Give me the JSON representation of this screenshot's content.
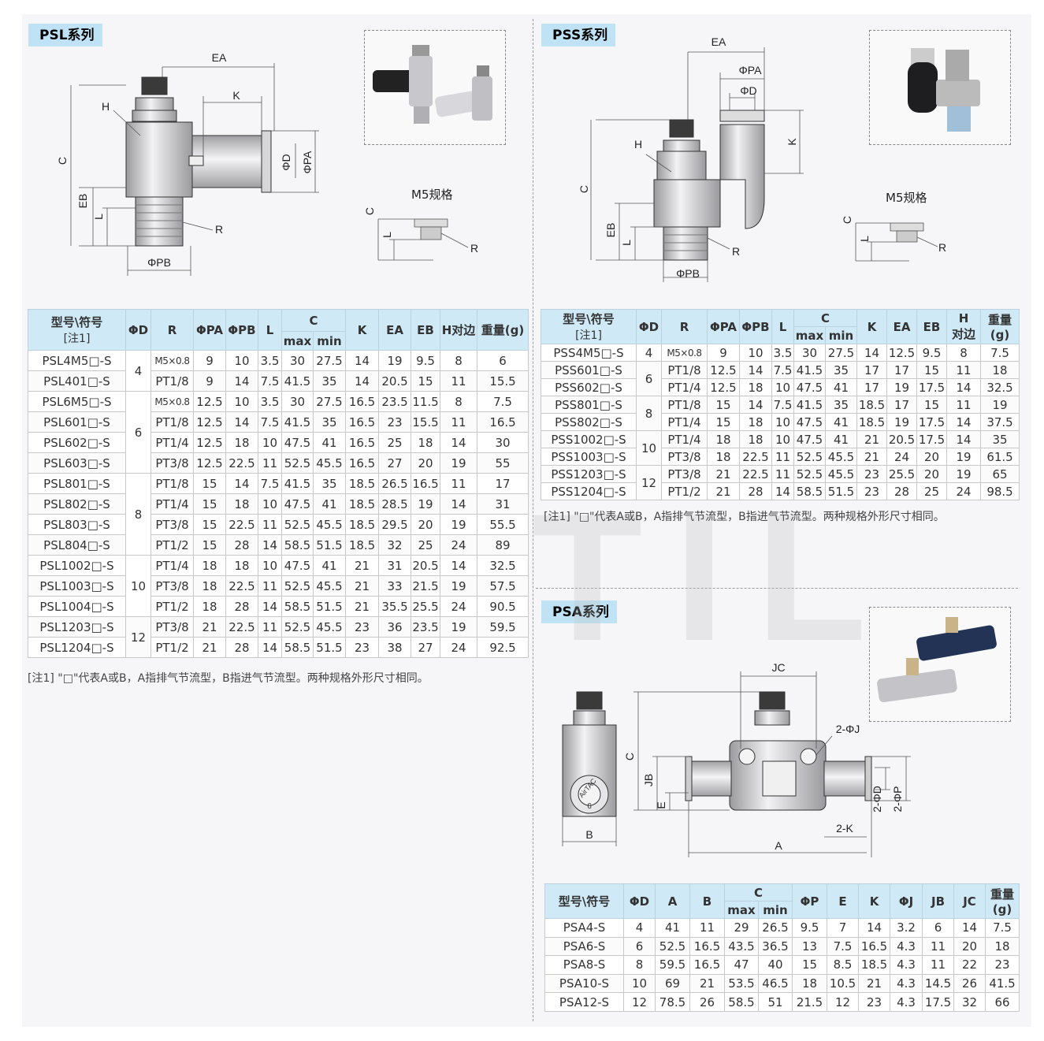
{
  "psl": {
    "title": "PSL系列",
    "m5_label": "M5规格",
    "dim_labels": {
      "ea": "EA",
      "k": "K",
      "h": "H",
      "c": "C",
      "eb": "EB",
      "l": "L",
      "pd": "ΦD",
      "pa": "ΦPA",
      "r": "R",
      "pb": "ΦPB",
      "m5c": "C",
      "m5l": "L",
      "m5r": "R"
    },
    "headers": {
      "model": "型号\\符号",
      "note": "[注1]",
      "d": "ΦD",
      "r": "R",
      "pa": "ΦPA",
      "pb": "ΦPB",
      "l": "L",
      "c": "C",
      "cmax": "max",
      "cmin": "min",
      "k": "K",
      "ea": "EA",
      "eb": "EB",
      "h": "H对边",
      "w": "重量(g)"
    },
    "rows": [
      [
        "PSL4M5□-S",
        "4",
        "M5×0.8",
        "9",
        "10",
        "3.5",
        "30",
        "27.5",
        "14",
        "19",
        "9.5",
        "8",
        "6"
      ],
      [
        "PSL401□-S",
        "",
        "PT1/8",
        "9",
        "14",
        "7.5",
        "41.5",
        "35",
        "14",
        "20.5",
        "15",
        "11",
        "15.5"
      ],
      [
        "PSL6M5□-S",
        "6",
        "M5×0.8",
        "12.5",
        "10",
        "3.5",
        "30",
        "27.5",
        "16.5",
        "23.5",
        "11.5",
        "8",
        "7.5"
      ],
      [
        "PSL601□-S",
        "",
        "PT1/8",
        "12.5",
        "14",
        "7.5",
        "41.5",
        "35",
        "16.5",
        "23",
        "15.5",
        "11",
        "16.5"
      ],
      [
        "PSL602□-S",
        "",
        "PT1/4",
        "12.5",
        "18",
        "10",
        "47.5",
        "41",
        "16.5",
        "25",
        "18",
        "14",
        "30"
      ],
      [
        "PSL603□-S",
        "",
        "PT3/8",
        "12.5",
        "22.5",
        "11",
        "52.5",
        "45.5",
        "16.5",
        "27",
        "20",
        "19",
        "55"
      ],
      [
        "PSL801□-S",
        "8",
        "PT1/8",
        "15",
        "14",
        "7.5",
        "41.5",
        "35",
        "18.5",
        "26.5",
        "16.5",
        "11",
        "17"
      ],
      [
        "PSL802□-S",
        "",
        "PT1/4",
        "15",
        "18",
        "10",
        "47.5",
        "41",
        "18.5",
        "28.5",
        "19",
        "14",
        "31"
      ],
      [
        "PSL803□-S",
        "",
        "PT3/8",
        "15",
        "22.5",
        "11",
        "52.5",
        "45.5",
        "18.5",
        "29.5",
        "20",
        "19",
        "55.5"
      ],
      [
        "PSL804□-S",
        "",
        "PT1/2",
        "15",
        "28",
        "14",
        "58.5",
        "51.5",
        "18.5",
        "32",
        "25",
        "24",
        "89"
      ],
      [
        "PSL1002□-S",
        "10",
        "PT1/4",
        "18",
        "18",
        "10",
        "47.5",
        "41",
        "21",
        "31",
        "20.5",
        "14",
        "32.5"
      ],
      [
        "PSL1003□-S",
        "",
        "PT3/8",
        "18",
        "22.5",
        "11",
        "52.5",
        "45.5",
        "21",
        "33",
        "21.5",
        "19",
        "57.5"
      ],
      [
        "PSL1004□-S",
        "",
        "PT1/2",
        "18",
        "28",
        "14",
        "58.5",
        "51.5",
        "21",
        "35.5",
        "25.5",
        "24",
        "90.5"
      ],
      [
        "PSL1203□-S",
        "12",
        "PT3/8",
        "21",
        "22.5",
        "11",
        "52.5",
        "45.5",
        "23",
        "36",
        "23.5",
        "19",
        "59.5"
      ],
      [
        "PSL1204□-S",
        "",
        "PT1/2",
        "21",
        "28",
        "14",
        "58.5",
        "51.5",
        "23",
        "38",
        "27",
        "24",
        "92.5"
      ]
    ],
    "note": "[注1] \"□\"代表A或B，A指排气节流型，B指进气节流型。两种规格外形尺寸相同。"
  },
  "pss": {
    "title": "PSS系列",
    "m5_label": "M5规格",
    "dim_labels": {
      "ea": "EA",
      "pa": "ΦPA",
      "pd": "ΦD",
      "k": "K",
      "h": "H",
      "c": "C",
      "eb": "EB",
      "l": "L",
      "r": "R",
      "pb": "ΦPB",
      "m5c": "C",
      "m5l": "L",
      "m5r": "R"
    },
    "headers": {
      "model": "型号\\符号",
      "note": "[注1]",
      "d": "ΦD",
      "r": "R",
      "pa": "ΦPA",
      "pb": "ΦPB",
      "l": "L",
      "c": "C",
      "cmax": "max",
      "cmin": "min",
      "k": "K",
      "ea": "EA",
      "eb": "EB",
      "h1": "H",
      "h2": "对边",
      "w1": "重量",
      "w2": "(g)"
    },
    "rows": [
      [
        "PSS4M5□-S",
        "4",
        "M5×0.8",
        "9",
        "10",
        "3.5",
        "30",
        "27.5",
        "14",
        "12.5",
        "9.5",
        "8",
        "7.5"
      ],
      [
        "PSS601□-S",
        "6",
        "PT1/8",
        "12.5",
        "14",
        "7.5",
        "41.5",
        "35",
        "17",
        "17",
        "15",
        "11",
        "18"
      ],
      [
        "PSS602□-S",
        "",
        "PT1/4",
        "12.5",
        "18",
        "10",
        "47.5",
        "41",
        "17",
        "19",
        "17.5",
        "14",
        "32.5"
      ],
      [
        "PSS801□-S",
        "8",
        "PT1/8",
        "15",
        "14",
        "7.5",
        "41.5",
        "35",
        "18.5",
        "17",
        "15",
        "11",
        "19"
      ],
      [
        "PSS802□-S",
        "",
        "PT1/4",
        "15",
        "18",
        "10",
        "47.5",
        "41",
        "18.5",
        "19",
        "17.5",
        "14",
        "37.5"
      ],
      [
        "PSS1002□-S",
        "10",
        "PT1/4",
        "18",
        "18",
        "10",
        "47.5",
        "41",
        "21",
        "20.5",
        "17.5",
        "14",
        "35"
      ],
      [
        "PSS1003□-S",
        "",
        "PT3/8",
        "18",
        "22.5",
        "11",
        "52.5",
        "45.5",
        "21",
        "24",
        "20",
        "19",
        "61.5"
      ],
      [
        "PSS1203□-S",
        "12",
        "PT3/8",
        "21",
        "22.5",
        "11",
        "52.5",
        "45.5",
        "23",
        "25.5",
        "20",
        "19",
        "65"
      ],
      [
        "PSS1204□-S",
        "",
        "PT1/2",
        "21",
        "28",
        "14",
        "58.5",
        "51.5",
        "23",
        "28",
        "25",
        "24",
        "98.5"
      ]
    ],
    "note": "[注1] \"□\"代表A或B，A指排气节流型，B指进气节流型。两种规格外形尺寸相同。"
  },
  "psa": {
    "title": "PSA系列",
    "dim_labels": {
      "jc": "JC",
      "j": "2-ΦJ",
      "c": "C",
      "jb": "JB",
      "e": "E",
      "d": "2-ΦD",
      "p": "2-ΦP",
      "k": "2-K",
      "a": "A",
      "b": "B",
      "brand": "AirTAC",
      "brand_num": "6"
    },
    "headers": {
      "model": "型号\\符号",
      "d": "ΦD",
      "a": "A",
      "b": "B",
      "c": "C",
      "cmax": "max",
      "cmin": "min",
      "p": "ΦP",
      "e": "E",
      "k": "K",
      "j": "ΦJ",
      "jb": "JB",
      "jc": "JC",
      "w1": "重量",
      "w2": "(g)"
    },
    "rows": [
      [
        "PSA4-S",
        "4",
        "41",
        "11",
        "29",
        "26.5",
        "9.5",
        "7",
        "14",
        "3.2",
        "6",
        "14",
        "7.5"
      ],
      [
        "PSA6-S",
        "6",
        "52.5",
        "16.5",
        "43.5",
        "36.5",
        "13",
        "7.5",
        "16.5",
        "4.3",
        "11",
        "20",
        "18"
      ],
      [
        "PSA8-S",
        "8",
        "59.5",
        "16.5",
        "47",
        "40",
        "15",
        "8.5",
        "18.5",
        "4.3",
        "11",
        "22",
        "23"
      ],
      [
        "PSA10-S",
        "10",
        "69",
        "21",
        "53.5",
        "46.5",
        "18",
        "10.5",
        "21",
        "4.3",
        "14.5",
        "26",
        "41.5"
      ],
      [
        "PSA12-S",
        "12",
        "78.5",
        "26",
        "58.5",
        "51",
        "21.5",
        "12",
        "23",
        "4.3",
        "17.5",
        "32",
        "66"
      ]
    ]
  },
  "colors": {
    "tag_bg": "#bfe3f5",
    "header_bg": "#cfe9f6",
    "body_metal": "#d9d9dc",
    "knob": "#3a3a3a"
  }
}
